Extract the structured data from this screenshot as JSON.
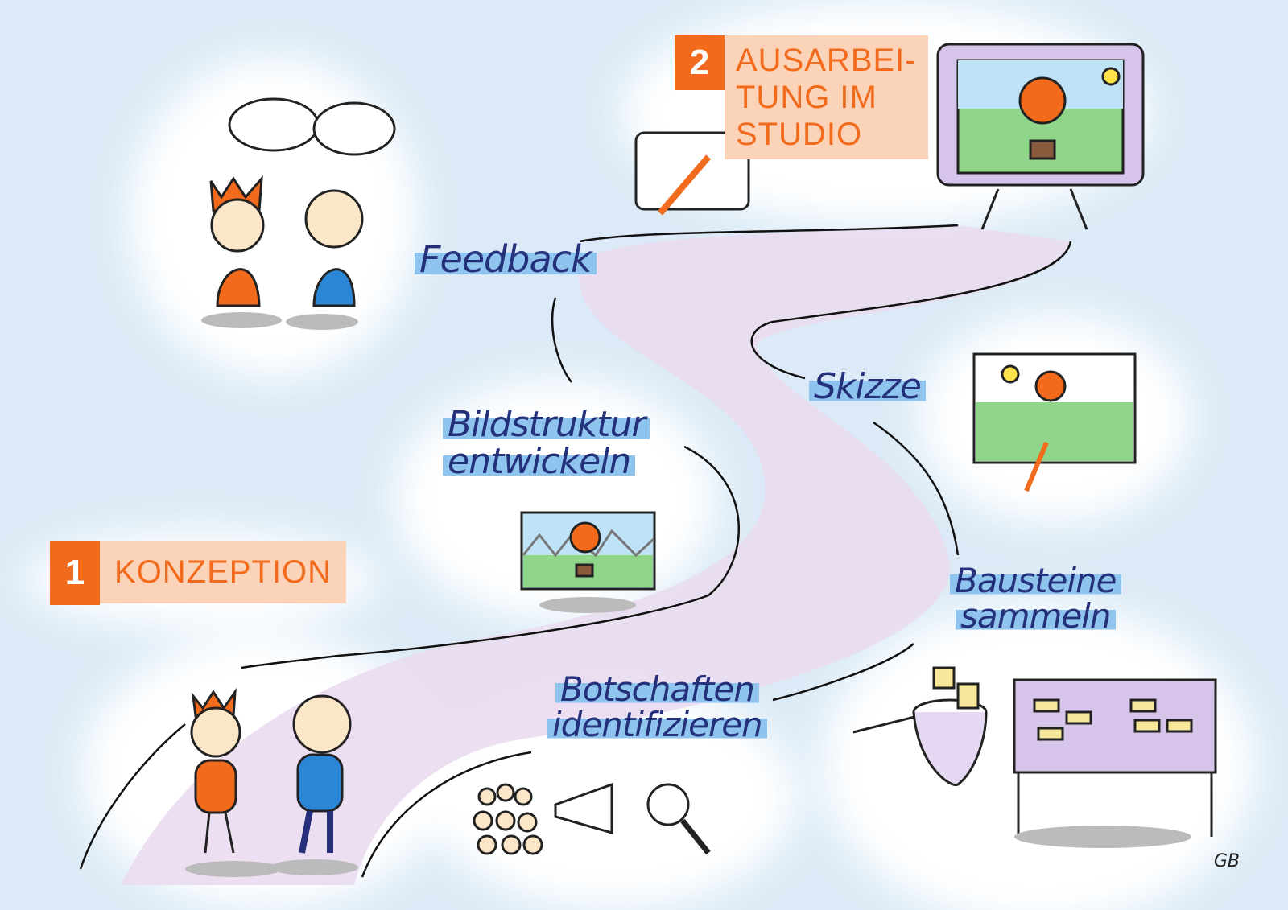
{
  "phases": [
    {
      "number": "1",
      "title": "KONZEPTION"
    },
    {
      "number": "2",
      "title_lines": [
        "AUSARBEI-",
        "TUNG IM",
        "STUDIO"
      ]
    }
  ],
  "steps": {
    "feedback": "Feedback",
    "skizze": "Skizze",
    "bildstruktur": [
      "Bildstruktur",
      "entwickeln"
    ],
    "bausteine": [
      "Bausteine",
      "sammeln"
    ],
    "botschaften": [
      "Botschaften",
      "identifizieren"
    ]
  },
  "signature": "GB",
  "colors": {
    "accent": "#f26a1b",
    "ink": "#25307a",
    "highlight": "#8fc4ee",
    "road": "#eadcef"
  }
}
